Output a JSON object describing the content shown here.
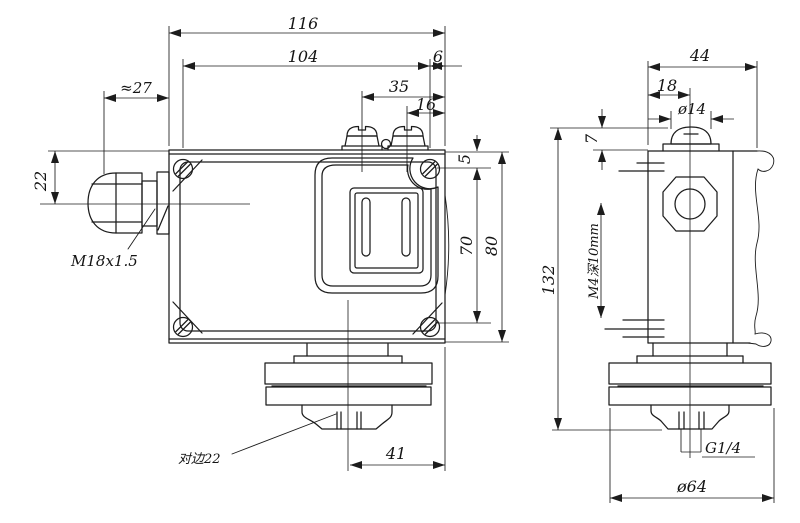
{
  "title": "pressure switch outline dimension drawing",
  "front_view": {
    "overall_width": "116",
    "hole_span": "104",
    "hole_edge_offset": "6",
    "cap1_to_edge": "35",
    "cap2_to_edge": "16",
    "gland_protrusion": "≈27",
    "gland_axis_offset": "22",
    "top_clearance": "5",
    "hole_vertical_span": "70",
    "body_height": "80",
    "port_to_edge": "41",
    "gland_thread": "M18x1.5",
    "across_flats": "对边22"
  },
  "side_view": {
    "body_width": "44",
    "cap_offset": "18",
    "cap_diameter": "ø14",
    "cap_height": "7",
    "overall_height": "132",
    "mount_thread_note": "M4深10mm",
    "port_thread": "G1/4",
    "flange_diameter": "ø64"
  },
  "colors": {
    "line": "#1c1c1c",
    "background": "#ffffff"
  }
}
